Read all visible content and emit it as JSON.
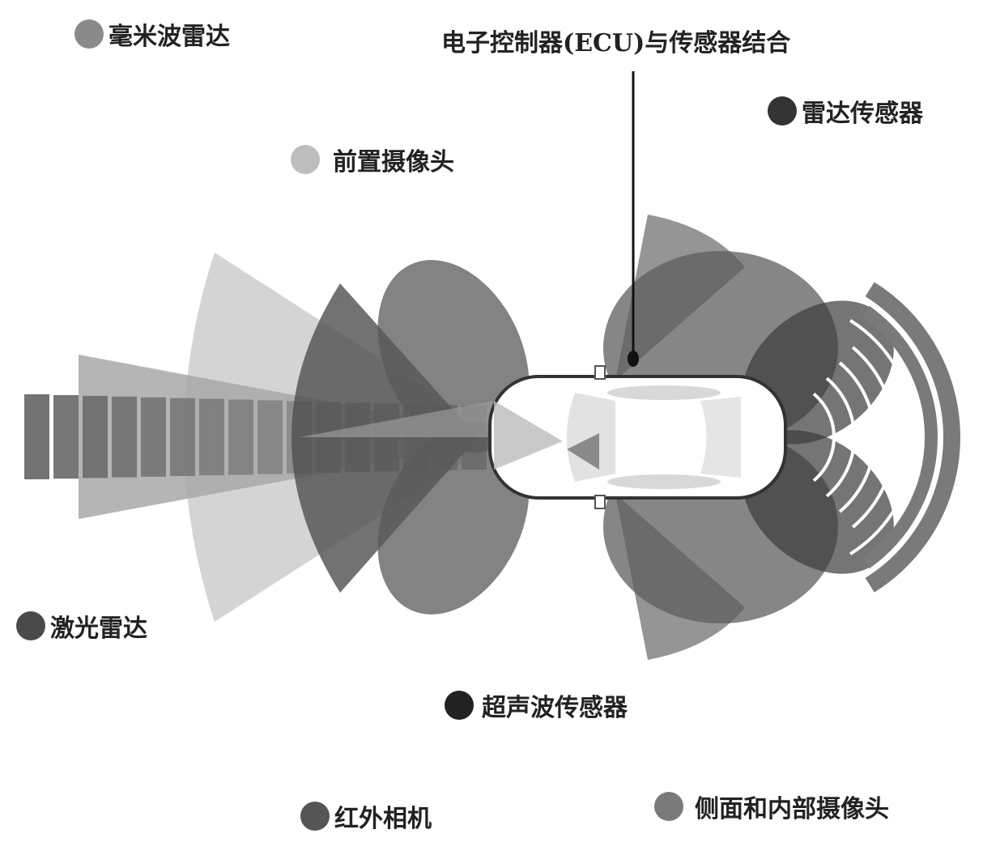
{
  "title": "电子控制器(ECU)与传感器结合",
  "labels": [
    {
      "key": "mmwave",
      "text": "毫米波雷达",
      "color": "#8a8a8a"
    },
    {
      "key": "radar",
      "text": "雷达传感器",
      "color": "#333333"
    },
    {
      "key": "front-camera",
      "text": "前置摄像头",
      "color": "#bdbdbd"
    },
    {
      "key": "lidar",
      "text": "激光雷达",
      "color": "#4a4a4a"
    },
    {
      "key": "ultrasonic",
      "text": "超声波传感器",
      "color": "#222222"
    },
    {
      "key": "infrared",
      "text": "红外相机",
      "color": "#555555"
    },
    {
      "key": "side-camera",
      "text": "侧面和内部摄像头",
      "color": "#7a7a7a"
    }
  ]
}
